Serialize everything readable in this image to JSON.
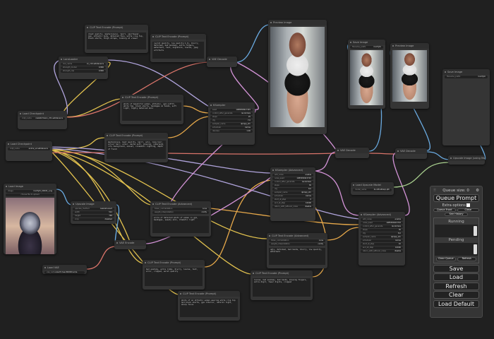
{
  "nodes": [
    {
      "title": "CLIP Text Encode (Prompt)",
      "prompt": "(best quality, masterpiece), 1girl, sportswear, gym, athletic body, detailed face, white crop top, black shorts, thigh straps, looking at viewer"
    },
    {
      "title": "CLIP Text Encode (Prompt)",
      "prompt": "(worst quality, low quality:1.4), blurry, deformed, bad anatomy, extra fingers, watermark, text, signature, lowres, jpeg artifacts"
    },
    {
      "title": "VAE Decode"
    },
    {
      "title": "Preview Image",
      "image": "a"
    },
    {
      "title": "Save Image",
      "widgets": [
        [
          "filename_prefix",
          "ComfyUI"
        ]
      ],
      "image": "a"
    },
    {
      "title": "Preview Image",
      "image": "a"
    },
    {
      "title": "Save Image",
      "widgets": [
        [
          "filename_prefix",
          "ComfyUI"
        ]
      ]
    },
    {
      "title": "LoraLoader",
      "widgets": [
        [
          "lora_name",
          "xx_v10.safetensors"
        ],
        [
          "strength_model",
          "0.800"
        ],
        [
          "strength_clip",
          "0.800"
        ]
      ]
    },
    {
      "title": "Load Checkpoint",
      "widgets": [
        [
          "ckpt_name",
          "realisticVision_v51.safetensors"
        ]
      ]
    },
    {
      "title": "Load Checkpoint",
      "widgets": [
        [
          "ckpt_name",
          "anime_v2.safetensors"
        ]
      ]
    },
    {
      "title": "CLIP Text Encode (Prompt)",
      "prompt": "photo of beautiful woman, athletic, gym outfit, white top, black shorts, bandages on hands, soft light, highly detailed skin"
    },
    {
      "title": "KSampler",
      "widgets": [
        [
          "seed",
          "1088389917325"
        ],
        [
          "control_after_generate",
          "randomize"
        ],
        [
          "steps",
          "25"
        ],
        [
          "cfg",
          "7.0"
        ],
        [
          "sampler_name",
          "dpmpp_2m"
        ],
        [
          "scheduler",
          "karras"
        ],
        [
          "denoise",
          "1.00"
        ]
      ]
    },
    {
      "title": "CLIP Text Encode (Prompt)",
      "prompt": "masterpiece, best quality, 1girl, solo, long hair, silver hair, armor, mecha suit, glowing, cyberpunk, city background, sunset, cinematic lighting, depth of field"
    },
    {
      "title": "VAE Decode"
    },
    {
      "title": "VAE Decode"
    },
    {
      "title": "Upscale Image (using Model)"
    },
    {
      "title": "KSampler (Advanced)",
      "widgets": [
        [
          "add_noise",
          "enable"
        ],
        [
          "noise_seed",
          "1085384915703"
        ],
        [
          "control_after_generate",
          "randomize"
        ],
        [
          "steps",
          "30"
        ],
        [
          "cfg",
          "8.0"
        ],
        [
          "sampler_name",
          "dpmpp_2m"
        ],
        [
          "scheduler",
          "karras"
        ],
        [
          "start_at_step",
          "0"
        ],
        [
          "end_at_step",
          "10000"
        ],
        [
          "return_with_leftover_noise",
          "disable"
        ]
      ]
    },
    {
      "title": "Load Upscale Model",
      "widgets": [
        [
          "model_name",
          "4x-UltraSharp.pth"
        ]
      ]
    },
    {
      "title": "Load Image",
      "widgets": [
        [
          "image",
          "ComfyUI_00045_.png"
        ]
      ],
      "button": "choose file to upload",
      "image": "b"
    },
    {
      "title": "Upscale Image",
      "widgets": [
        [
          "upscale_method",
          "nearest-exact"
        ],
        [
          "width",
          "512"
        ],
        [
          "height",
          "768"
        ],
        [
          "crop",
          "disabled"
        ]
      ]
    },
    {
      "title": "CLIP Text Encode (Advanced)",
      "prompt": "score of detailed photo of woman in gym, bandages, sweaty skin, dramatic light",
      "widgets": [
        [
          "token_normalization",
          "none"
        ],
        [
          "weight_interpretation",
          "comfy"
        ]
      ]
    },
    {
      "title": "VAE Encode"
    },
    {
      "title": "KSampler (Advanced)",
      "widgets": [
        [
          "add_noise",
          "enable"
        ],
        [
          "noise_seed",
          "1085384915703"
        ],
        [
          "control_after_generate",
          "randomize"
        ],
        [
          "steps",
          "30"
        ],
        [
          "cfg",
          "8.0"
        ],
        [
          "sampler_name",
          "dpmpp_2m"
        ],
        [
          "scheduler",
          "karras"
        ],
        [
          "start_at_step",
          "10"
        ],
        [
          "end_at_step",
          "10000"
        ],
        [
          "return_with_leftover_noise",
          "disable"
        ]
      ]
    },
    {
      "title": "CLIP Text Encode (Advanced)",
      "prompt": "ugly, deformed, bad hands, blurry, low quality, watermark",
      "widgets": [
        [
          "token_normalization",
          "none"
        ],
        [
          "weight_interpretation",
          "comfy"
        ]
      ]
    },
    {
      "title": "Load VAE",
      "widgets": [
        [
          "vae_name",
          "vae-ft-mse-840000-ema-pruned.ckpt"
        ]
      ]
    },
    {
      "title": "CLIP Text Encode (Prompt)",
      "prompt": "bad anatomy, extra limbs, blurry, lowres, text, error, cropped, worst quality"
    },
    {
      "title": "CLIP Text Encode (Prompt)",
      "prompt": "lowres, bad anatomy, bad hands, missing fingers, extra digit, fewer digits, cropped"
    },
    {
      "title": "CLIP Text Encode (Prompt)",
      "prompt": "photo of an athletic woman wearing white crop top and black shorts, gym interior, natural light, sharp focus"
    }
  ],
  "queue": {
    "size_label": "Queue size: 0",
    "queue_prompt": "Queue Prompt",
    "extra_options": "Extra options",
    "queue_front": "Queue Front",
    "close": "Close",
    "see_history": "See History",
    "running": "Running",
    "pending": "Pending",
    "clear_queue": "Clear Queue",
    "refresh_small": "Refresh",
    "save": "Save",
    "load": "Load",
    "refresh": "Refresh",
    "clear": "Clear",
    "load_default": "Load Default"
  },
  "colors": {
    "clip": "#e2c24f",
    "model": "#b0a4dc",
    "vae": "#d9746a",
    "latent": "#d494d8",
    "image": "#6aaae0",
    "upscale": "#a8cf8e"
  }
}
